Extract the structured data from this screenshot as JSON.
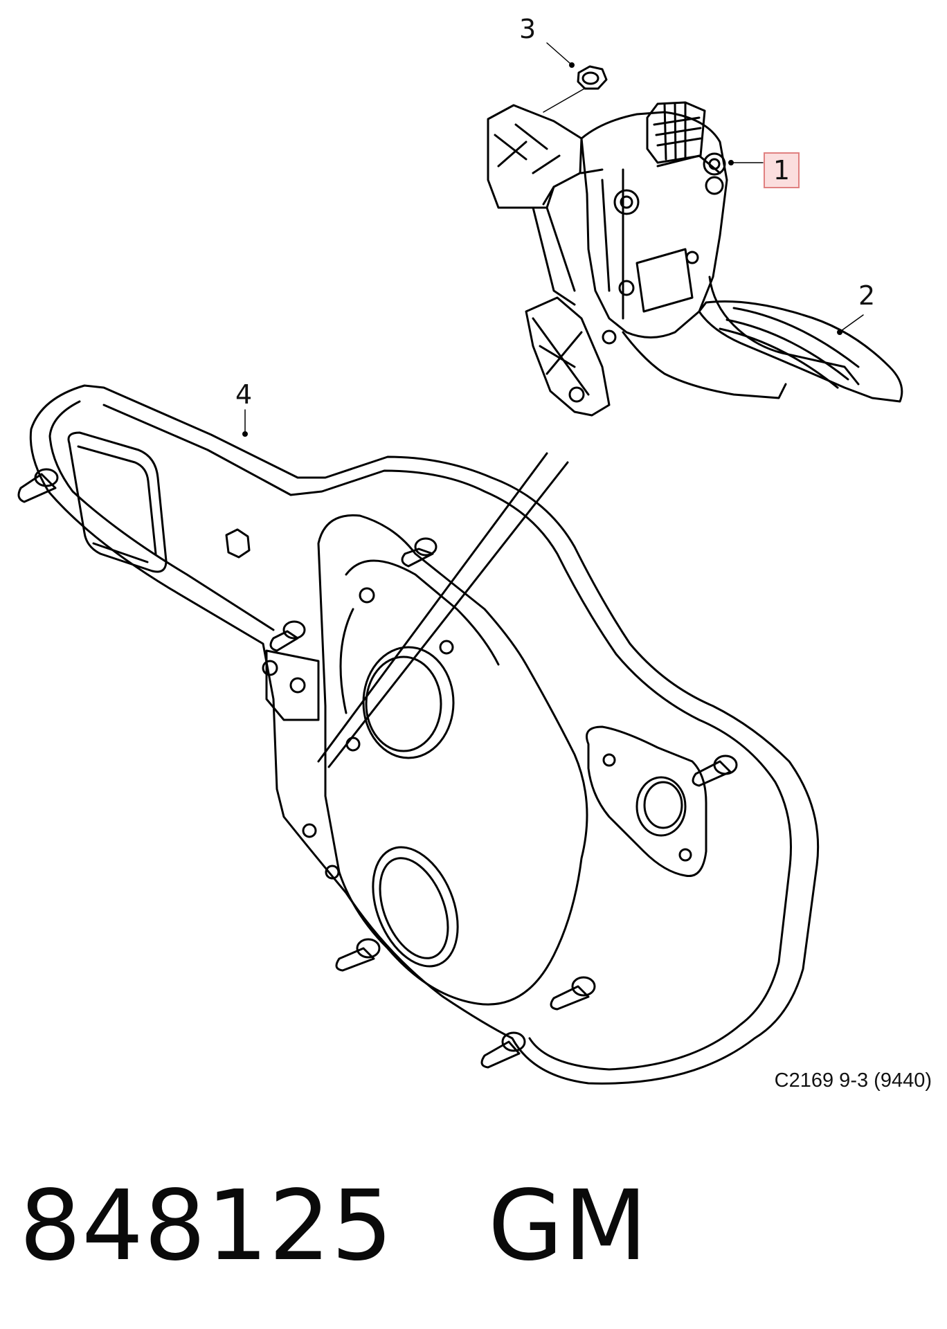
{
  "callouts": {
    "c1": "1",
    "c2": "2",
    "c3": "3",
    "c4": "4"
  },
  "figure_code": "C2169 9-3 (9440)",
  "part_number": "848125",
  "brand": "GM",
  "colors": {
    "line": "#000000",
    "highlight_fill": "#fbdede",
    "highlight_border": "#e08080"
  }
}
